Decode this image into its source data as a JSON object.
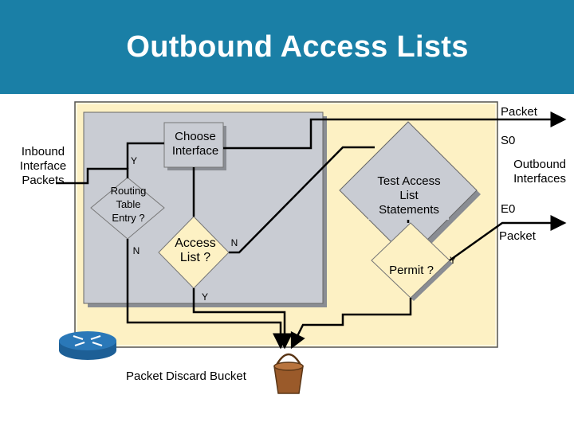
{
  "title": "Outbound Access Lists",
  "inbound_label": "Inbound Interface Packets",
  "routing_label": "Routing Table Entry ?",
  "choose_label": "Choose Interface",
  "access_label": "Access List ?",
  "test_label": "Test Access List Statements",
  "permit_label": "Permit ?",
  "packet_top": "Packet",
  "s0": "S0",
  "outbound_label": "Outbound Interfaces",
  "e0": "E0",
  "packet_right": "Packet",
  "routing_y": "Y",
  "routing_n": "N",
  "access_n": "N",
  "access_y": "Y",
  "permit_y": "Y",
  "discard_label": "Packet Discard Bucket",
  "colors": {
    "header": "#1a7fa6",
    "panel": "#fdf1c4",
    "inner": "#c9ccd3",
    "router": "#2a78b8",
    "bucket": "#9a5a2a"
  }
}
